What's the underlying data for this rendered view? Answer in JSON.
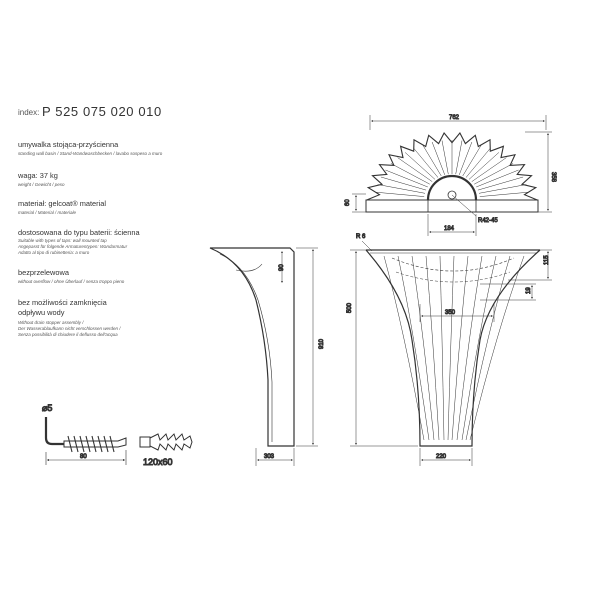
{
  "index": {
    "label": "index:",
    "code": "P 525 075 020 010"
  },
  "specs": {
    "product": {
      "title": "umywalka stojąca-przyścienna",
      "sub": "standing wall basin / Stand-Wandwaschbecken / lavabo sospeso a muro"
    },
    "weight": {
      "title": "waga: 37 kg",
      "sub": "weight / Gewicht / peso"
    },
    "material": {
      "title": "materiał: gelcoat® material",
      "sub": "material / Material / materiale"
    },
    "tap": {
      "title": "dostosowana do typu baterii: ścienna",
      "sub_lines": [
        "Suitable with types of taps: wall mounted tap",
        "Angepasst für folgende Armaturentypen: Wandarmatur",
        "Adatto al tipo di rubinetteria: a muro"
      ]
    },
    "overflow": {
      "title": "bezprzelewowa",
      "sub": "without overflow / ohne Überlauf / senza troppo pieno"
    },
    "stopper": {
      "title_lines": [
        "bez możliwości zamknięcia",
        "odpływu wody"
      ],
      "sub_lines": [
        "Without drain stopper assembly /",
        "Der Wasserablaufkann nicht verschlossen werden /",
        "Senza possibilità di chiudere il deflusso dell'acqua"
      ]
    }
  },
  "accessories": {
    "screw_diameter": "⌀5",
    "screw_length": "80",
    "anchor_size": "120x60"
  },
  "top_view": {
    "width": "762",
    "depth": "358",
    "back": "60",
    "drain_width": "184",
    "radius": "R42-45"
  },
  "side_view": {
    "overflow_depth": "90",
    "height": "910",
    "base_depth": "303"
  },
  "front_view": {
    "radius": "R 6",
    "bowl_height": "500",
    "rim_height": "115",
    "inner_depth": "19",
    "bowl_width": "350",
    "base_width": "220"
  }
}
